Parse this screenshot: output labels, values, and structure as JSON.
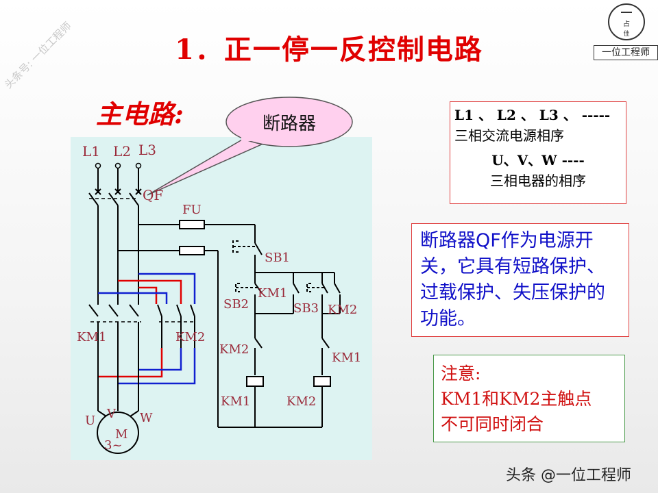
{
  "title": "1．正一停一反控制电路",
  "main_label": "主电路:",
  "watermark_diagonal": "头条号: 一位工程师",
  "logo": {
    "caption": "一位工程师"
  },
  "bubble": {
    "text": "断路器"
  },
  "colors": {
    "title": "#e00000",
    "wire": "#000000",
    "red_wire": "#e00000",
    "blue_wire": "#1020d0",
    "label": "#9a2a3a",
    "diagram_bg": "#ddf3f2"
  },
  "diagram": {
    "phase_labels": [
      "L1",
      "L2",
      "L3"
    ],
    "qf": "QF",
    "fu": "FU",
    "km1_main": "KM1",
    "km2_main": "KM2",
    "sb1": "SB1",
    "sb2": "SB2",
    "sb3": "SB3",
    "km1_aux": "KM1",
    "km2_aux": "KM2",
    "km2_interlock": "KM2",
    "km1_interlock": "KM1",
    "coil_km1": "KM1",
    "coil_km2": "KM2",
    "motor_terms": [
      "U",
      "V",
      "W"
    ],
    "motor_m": "M",
    "motor_3": "3~"
  },
  "info_box": {
    "line1": "L1 、 L2 、 L3 、 -----",
    "line2": "三相交流电源相序",
    "line3": "U、V、W ----",
    "line4": "三相电器的相序"
  },
  "qf_box": {
    "text": "断路器QF作为电源开关，它具有短路保护、过载保护、失压保护的功能。"
  },
  "note_box": {
    "line1": "注意:",
    "line2": "KM1和KM2主触点",
    "line3": "不可同时闭合"
  },
  "footer": "头条 @一位工程师"
}
